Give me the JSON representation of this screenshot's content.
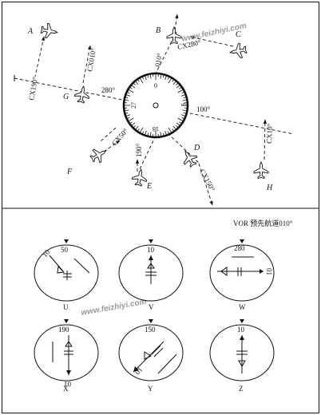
{
  "top_panel": {
    "aircraft": [
      {
        "id": "A",
        "radial": "CX190°"
      },
      {
        "id": "B",
        "radial": "CX280°"
      },
      {
        "id": "C",
        "radial": ""
      },
      {
        "id": "D",
        "radial": "CX150°"
      },
      {
        "id": "E",
        "radial": "190°"
      },
      {
        "id": "F",
        "radial": "CX50°"
      },
      {
        "id": "G",
        "radial": "CX010°"
      },
      {
        "id": "H",
        "radial": "CX10°"
      }
    ],
    "radial_labels": {
      "r280": "280°",
      "r100": "100°",
      "r010": "010°"
    },
    "compass_ticks": {
      "n0": "0",
      "e9": "9",
      "s18": "18",
      "w27": "27"
    }
  },
  "bottom_panel": {
    "title": "VOR 预先航道010°",
    "instruments": [
      {
        "letter": "U",
        "top_value": "50",
        "bottom_value": "",
        "side_value": "10"
      },
      {
        "letter": "V",
        "top_value": "10",
        "bottom_value": "",
        "side_value": ""
      },
      {
        "letter": "W",
        "top_value": "280",
        "bottom_value": "",
        "side_value": "01"
      },
      {
        "letter": "X",
        "top_value": "190",
        "bottom_value": "01",
        "side_value": ""
      },
      {
        "letter": "Y",
        "top_value": "150",
        "bottom_value": "",
        "side_value": "01"
      },
      {
        "letter": "Z",
        "top_value": "10",
        "bottom_value": "",
        "side_value": ""
      }
    ]
  },
  "watermark": {
    "text": "www.feizhiyi.com"
  }
}
